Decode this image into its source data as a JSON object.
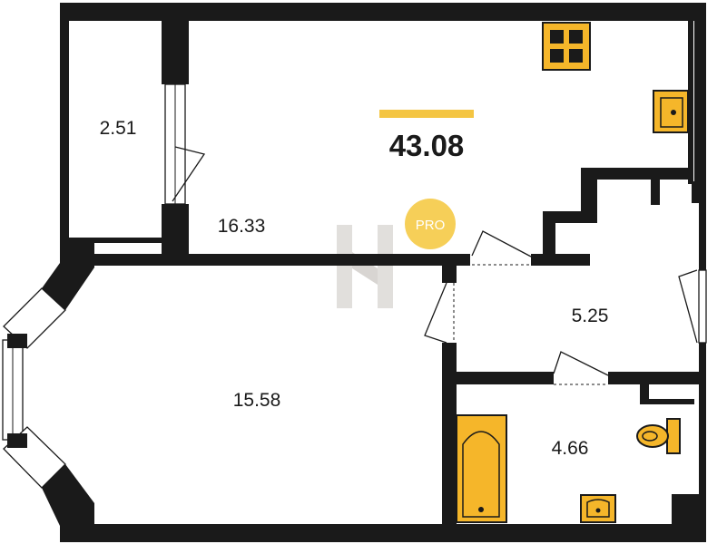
{
  "plan": {
    "total_area": "43.08",
    "badge": "PRO",
    "colors": {
      "wall": "#1a1a1a",
      "accent": "#f4c542",
      "badge": "#f6cf58",
      "fixture": "#f5b62a",
      "watermark": "#c9c5c0"
    },
    "rooms": [
      {
        "id": "loggia",
        "area": "2.51"
      },
      {
        "id": "kitchen-living",
        "area": "16.33"
      },
      {
        "id": "bedroom",
        "area": "15.58"
      },
      {
        "id": "hallway",
        "area": "5.25"
      },
      {
        "id": "bathroom",
        "area": "4.66"
      }
    ],
    "fixtures": [
      "stove-icon",
      "kitchen-sink-icon",
      "bathtub-icon",
      "toilet-icon",
      "washbasin-icon"
    ],
    "watermark_icon": "h-logo-icon"
  }
}
